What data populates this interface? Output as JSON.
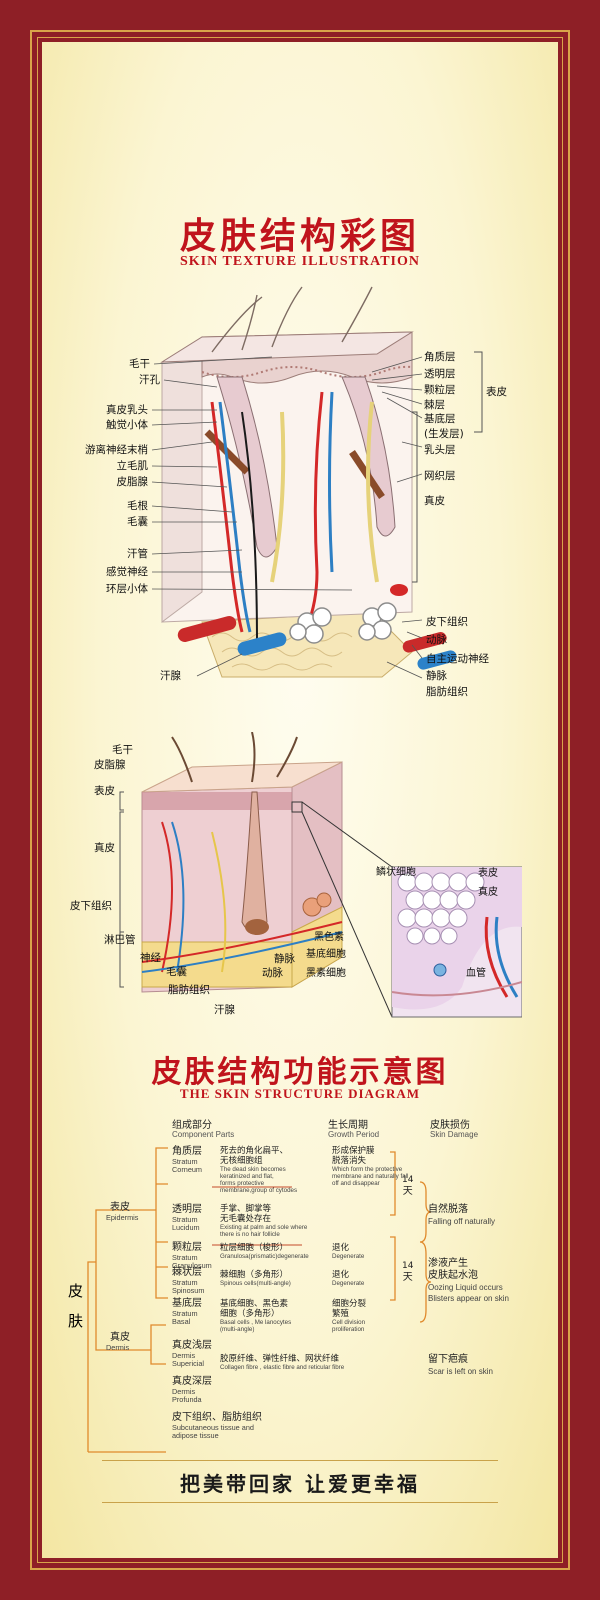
{
  "header": {
    "title_cn": "皮肤结构彩图",
    "title_en": "SKIN TEXTURE ILLUSTRATION"
  },
  "diagram1": {
    "left_labels": [
      "毛干",
      "汗孔",
      "真皮乳头",
      "触觉小体",
      "游离神经末梢",
      "立毛肌",
      "皮脂腺",
      "毛根",
      "毛囊",
      "汗管",
      "感觉神经",
      "环层小体",
      "汗腺"
    ],
    "right_labels": [
      "角质层",
      "透明层",
      "颗粒层",
      "棘层",
      "基底层",
      "(生发层)",
      "乳头层",
      "网织层",
      "真皮",
      "皮下组织",
      "动脉",
      "自主运动神经",
      "静脉",
      "脂肪组织"
    ],
    "epidermis_label": "表皮"
  },
  "diagram2": {
    "left_labels": [
      "毛干",
      "皮脂腺",
      "表皮",
      "真皮",
      "皮下组织",
      "淋巴管"
    ],
    "bottom_labels": [
      "神经",
      "毛囊",
      "脂肪组织",
      "汗腺",
      "静脉",
      "动脉"
    ],
    "inset_labels": [
      "鳞状细胞",
      "表皮",
      "真皮",
      "黑色素",
      "基底细胞",
      "黑素细胞",
      "血管"
    ]
  },
  "section2": {
    "title_cn": "皮肤结构功能示意图",
    "title_en": "THE SKIN STRUCTURE DIAGRAM"
  },
  "table": {
    "headers": [
      {
        "cn": "组成部分",
        "en": "Component  Parts"
      },
      {
        "cn": "生长周期",
        "en": "Growth Period"
      },
      {
        "cn": "皮肤损伤",
        "en": "Skin Damage"
      }
    ],
    "root": {
      "c1": "皮",
      "c2": "肤"
    },
    "epidermis": {
      "cn": "表皮",
      "en": "Epidermis"
    },
    "dermis": {
      "cn": "真皮",
      "en": "Dermis"
    },
    "layers": [
      {
        "cn": "角质层",
        "en1": "Stratum",
        "en2": "Corneum",
        "d_cn1": "死去的角化扁平、",
        "d_cn2": "无核细胞组",
        "d_en1": "The dead skin becomes",
        "d_en2": "keratinized and flat,",
        "d_en3": "forms protective",
        "d_en4": "membrane,group of cytodes",
        "g_cn1": "形成保护膜",
        "g_cn2": "脱落消失",
        "g_en1": "Which form the protective",
        "g_en2": "membrane and naturally fall",
        "g_en3": "off and disappear"
      },
      {
        "cn": "透明层",
        "en1": "Stratum",
        "en2": "Lucidum",
        "d_cn1": "手掌、脚掌等",
        "d_cn2": "无毛囊处存在",
        "d_en1": "Existing at palm and sole where",
        "d_en2": "there is no hair follicle"
      },
      {
        "cn": "颗粒层",
        "en1": "Stratum",
        "en2": "Granulosum",
        "d_cn1": "粒层细胞（梭形）",
        "d_en1": "Granulosa(prismatic)degenerate",
        "g_cn1": "退化",
        "g_en1": "Degenerate"
      },
      {
        "cn": "棘状层",
        "en1": "Stratum",
        "en2": "Spinosum",
        "d_cn1": "棘细胞（多角形）",
        "d_en1": "Spinous cells(multi-angle)",
        "g_cn1": "退化",
        "g_en1": "Degenerate"
      },
      {
        "cn": "基底层",
        "en1": "Stratum",
        "en2": "Basal",
        "d_cn1": "基底细胞、黑色素",
        "d_cn2": "细胞（多角形）",
        "d_en1": "Basal cells , Me lanocytes",
        "d_en2": "(multi-angle)",
        "g_cn1": "细胞分裂",
        "g_cn2": "繁殖",
        "g_en1": "Cell division",
        "g_en2": "proliferation"
      }
    ],
    "dermis_layers": [
      {
        "cn": "真皮浅层",
        "en1": "Dermis",
        "en2": "Supericial",
        "d_cn1": "胶原纤维、弹性纤维、网状纤维",
        "d_en1": "Collagen fibre , elastic fibre and reticular fibre"
      },
      {
        "cn": "真皮深层",
        "en1": "Dermis",
        "en2": "Profunda"
      }
    ],
    "subcutaneous": {
      "cn": "皮下组织、脂肪组织",
      "en1": "Subcutaneous tissue and",
      "en2": "adipose tissue"
    },
    "days1": {
      "n": "14",
      "u": "天"
    },
    "days2": {
      "n": "14",
      "u": "天"
    },
    "damage": [
      {
        "cn": "自然脱落",
        "en": "Falling off naturally"
      },
      {
        "cn1": "渗液产生",
        "cn2": "皮肤起水泡",
        "en1": "Oozing Liquid occurs",
        "en2": "Blisters appear on skin"
      },
      {
        "cn": "留下疤痕",
        "en": "Scar is left on skin"
      }
    ]
  },
  "footer": {
    "slogan": "把美带回家  让爱更幸福"
  },
  "colors": {
    "frame": "#8e1f26",
    "gold": "#d9a54a",
    "title": "#c0141c",
    "bracket": "#e08a2c",
    "line": "#c44a2a"
  }
}
